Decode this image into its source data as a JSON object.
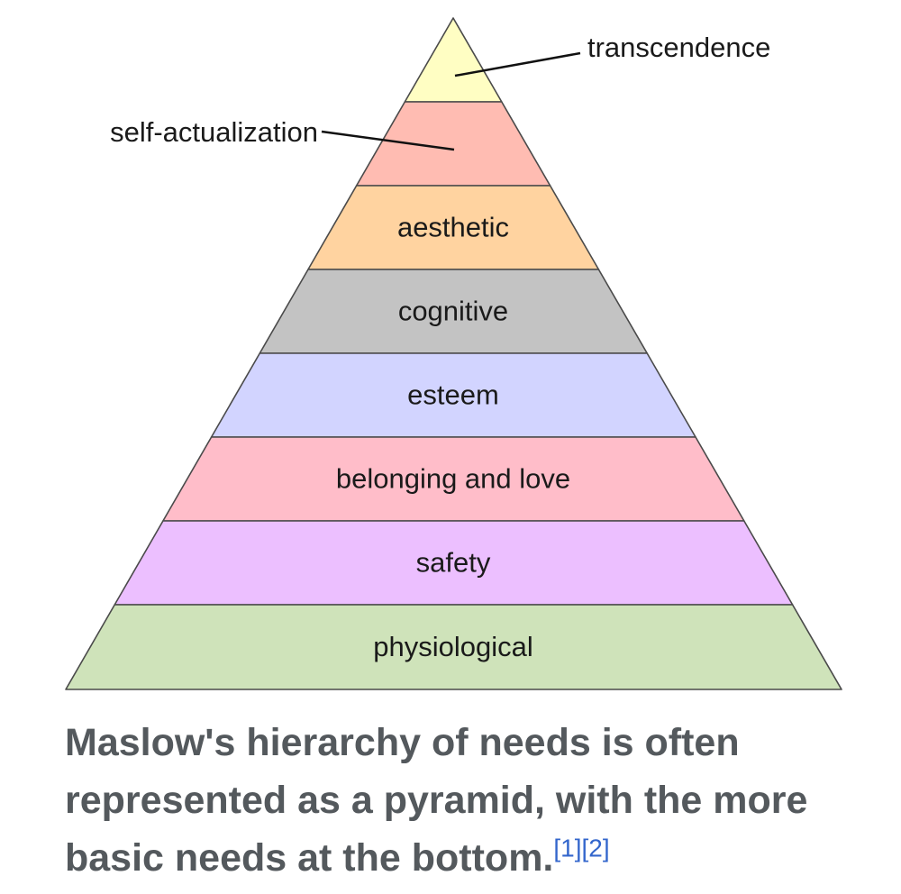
{
  "diagram": {
    "tiers": [
      {
        "label": "",
        "color": "#fffec3"
      },
      {
        "label": "",
        "color": "#ffbcb2"
      },
      {
        "label": "aesthetic",
        "color": "#ffd3a0"
      },
      {
        "label": "cognitive",
        "color": "#c3c3c3"
      },
      {
        "label": "esteem",
        "color": "#d2d4ff"
      },
      {
        "label": "belonging and love",
        "color": "#ffbdc9"
      },
      {
        "label": "safety",
        "color": "#ecbfff"
      },
      {
        "label": "physiological",
        "color": "#cfe3ba"
      }
    ],
    "callouts": [
      {
        "label": "transcendence"
      },
      {
        "label": "self-actualization"
      }
    ],
    "outline_color": "#4a4a4a"
  },
  "caption": {
    "text": "Maslow's hierarchy of needs is often represented as a pyramid, with the more basic needs at the bottom.",
    "citations": [
      "[1]",
      "[2]"
    ],
    "text_color": "#54595d",
    "link_color": "#3366cc"
  }
}
